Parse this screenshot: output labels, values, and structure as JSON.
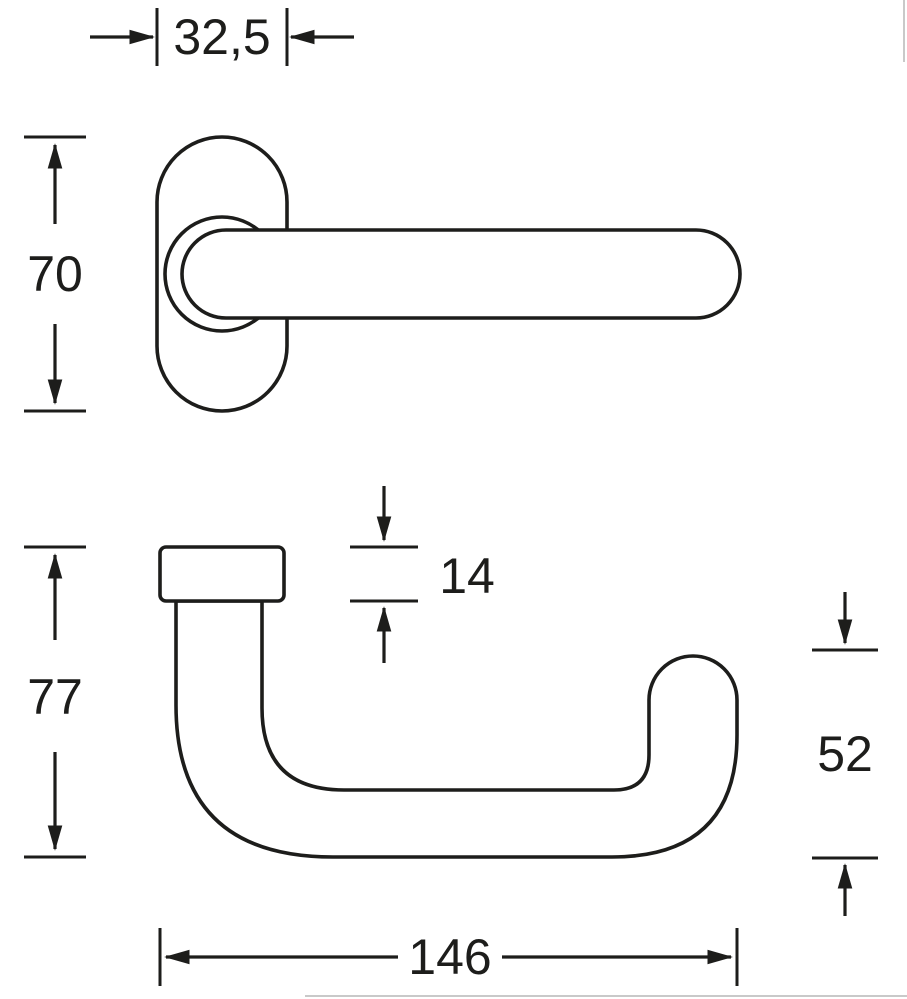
{
  "colors": {
    "line": "#1d1d1b",
    "background": "#ffffff",
    "artifact": "#c9c9c9"
  },
  "drawing": {
    "front_view": {
      "rose_width_label": "32,5",
      "rose_height_label": "70"
    },
    "side_view": {
      "overall_height_label": "77",
      "rose_thickness_label": "14",
      "return_gap_label": "52",
      "overall_length_label": "146"
    }
  }
}
